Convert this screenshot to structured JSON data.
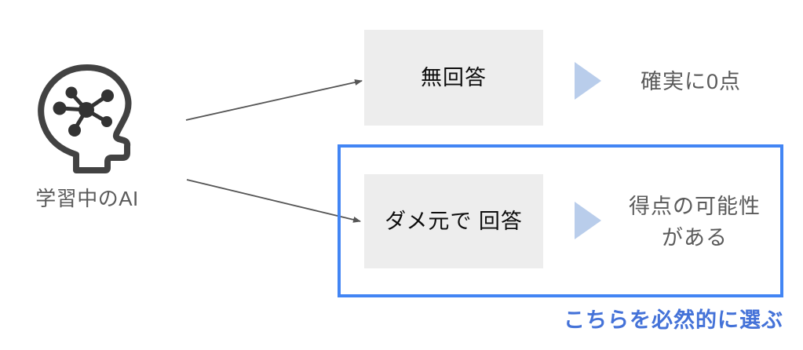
{
  "diagram": {
    "source": {
      "icon": "ai-head-network-icon",
      "label": "学習中のAI"
    },
    "branches": [
      {
        "id": "no-answer",
        "option_label": "無回答",
        "arrow_icon": "play-triangle-icon",
        "outcome_label": "確実に0点",
        "highlighted": false
      },
      {
        "id": "try-answer",
        "option_label": "ダメ元で\n回答",
        "arrow_icon": "play-triangle-icon",
        "outcome_label": "得点の可能性\nがある",
        "highlighted": true
      }
    ],
    "caption": "こちらを必然的に選ぶ",
    "colors": {
      "highlight_border": "#4285f4",
      "caption_text": "#4472d8",
      "option_box_fill": "#ededed",
      "triangle_fill": "#b9cdeb",
      "icon_stroke": "#424242",
      "body_text": "#5a5a5a",
      "option_text": "#0d0d0d",
      "connector": "#595959"
    }
  }
}
